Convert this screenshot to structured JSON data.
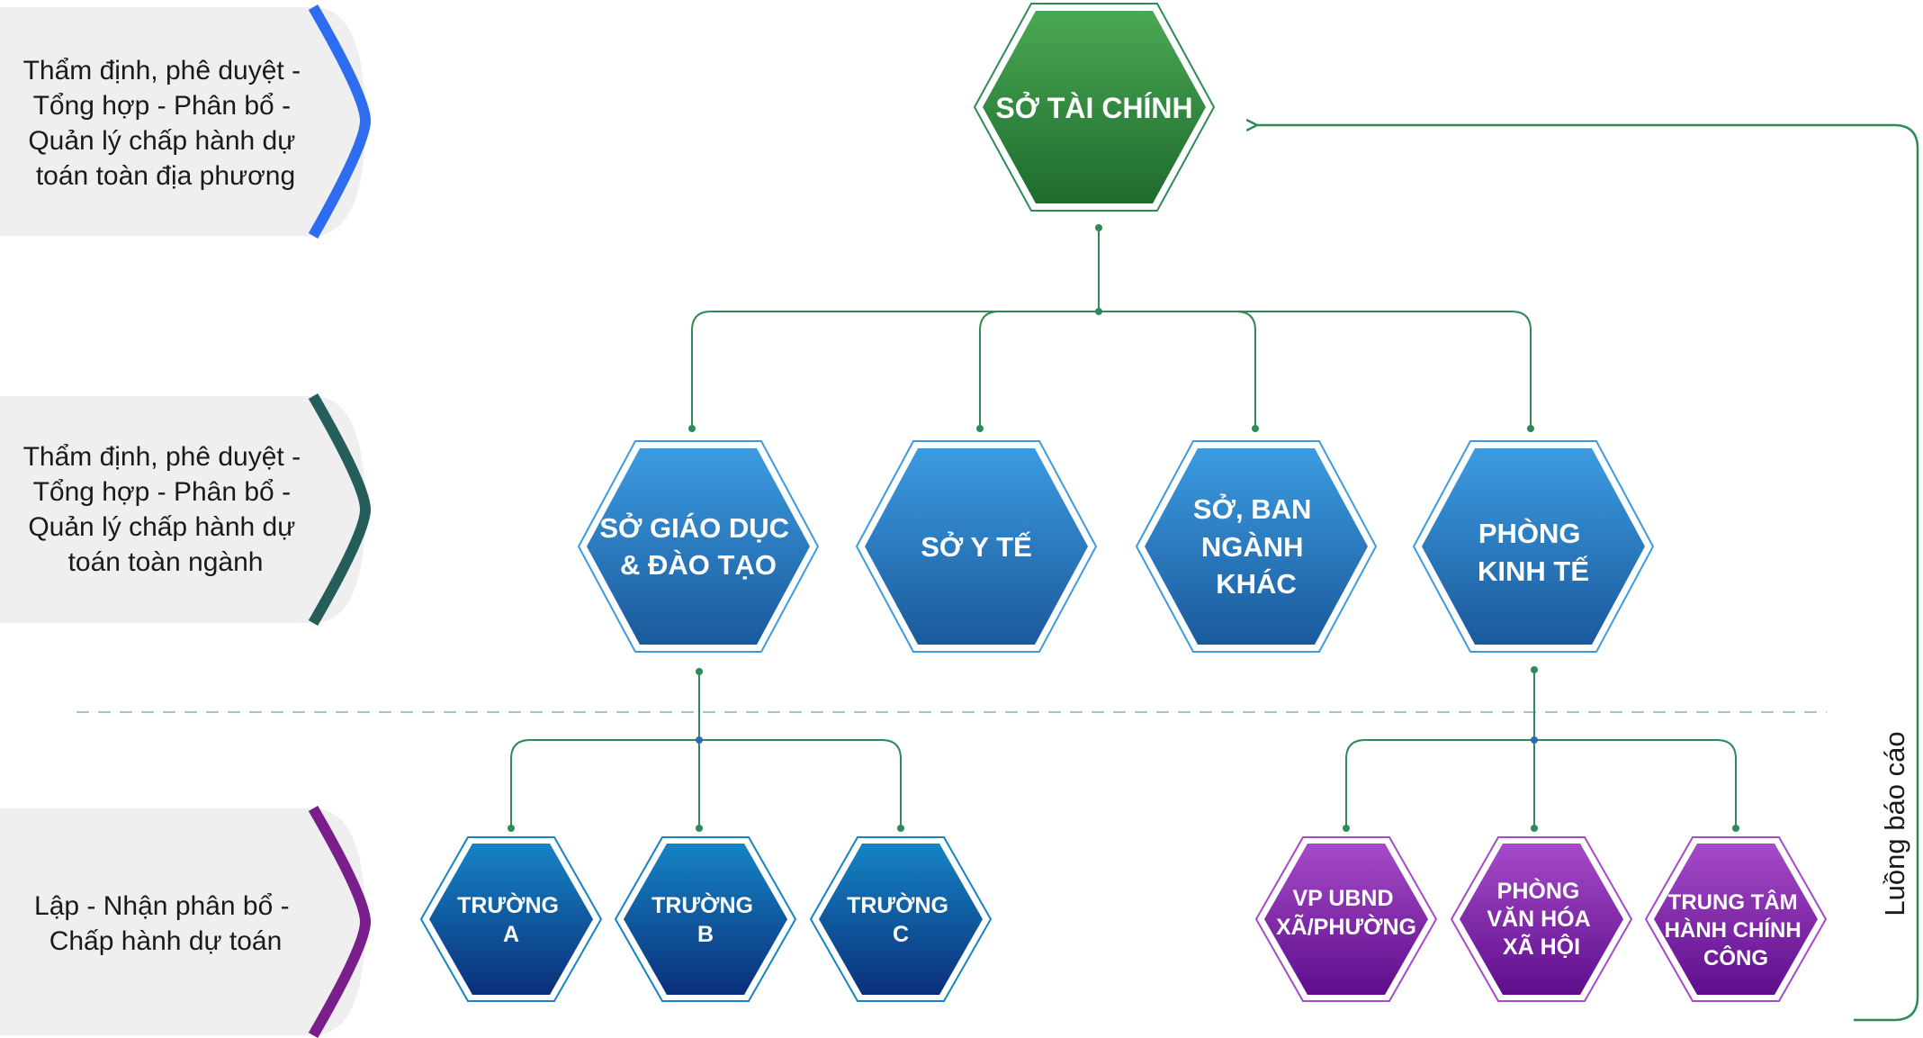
{
  "colors": {
    "connector": "#2e8b57",
    "connector_blue": "#2b6cb0",
    "green_top": "#4aa853",
    "green_bottom": "#1e6b2e",
    "blue_top": "#3c9be0",
    "blue_bottom": "#1a5a9c",
    "navy_top": "#1584c4",
    "navy_bottom": "#0b2f7a",
    "purple_top": "#a64ac9",
    "purple_bottom": "#5e0e8b",
    "panel_bg": "#efefef",
    "chevron_level1": "#2e6cf0",
    "chevron_level2": "#245d5a",
    "chevron_level3": "#7a1e8c"
  },
  "levels": [
    {
      "lines": [
        "Thẩm định, phê duyệt -",
        "Tổng hợp - Phân bổ -",
        "Quản lý chấp hành dự",
        "toán toàn địa phương"
      ]
    },
    {
      "lines": [
        "Thẩm định, phê duyệt -",
        "Tổng hợp - Phân bổ -",
        "Quản lý chấp hành dự",
        "toán toàn ngành"
      ]
    },
    {
      "lines": [
        "Lập - Nhận phân bổ -",
        "Chấp hành dự toán"
      ]
    }
  ],
  "nodes": {
    "root": {
      "lines": [
        "SỞ TÀI CHÍNH"
      ]
    },
    "departments": [
      {
        "lines": [
          "SỞ GIÁO DỤC",
          "& ĐÀO TẠO"
        ]
      },
      {
        "lines": [
          "SỞ Y TẾ"
        ]
      },
      {
        "lines": [
          "SỞ, BAN",
          "NGÀNH",
          "KHÁC"
        ]
      },
      {
        "lines": [
          "PHÒNG",
          "KINH TẾ"
        ]
      }
    ],
    "schools": [
      {
        "lines": [
          "TRƯỜNG",
          "A"
        ]
      },
      {
        "lines": [
          "TRƯỜNG",
          "B"
        ]
      },
      {
        "lines": [
          "TRƯỜNG",
          "C"
        ]
      }
    ],
    "units": [
      {
        "lines": [
          "VP UBND",
          "XÃ/PHƯỜNG"
        ]
      },
      {
        "lines": [
          "PHÒNG",
          "VĂN HÓA",
          "XÃ HỘI"
        ]
      },
      {
        "lines": [
          "TRUNG TÂM",
          "HÀNH CHÍNH",
          "CÔNG"
        ]
      }
    ]
  },
  "report_flow": {
    "label": "Luồng báo cáo"
  }
}
